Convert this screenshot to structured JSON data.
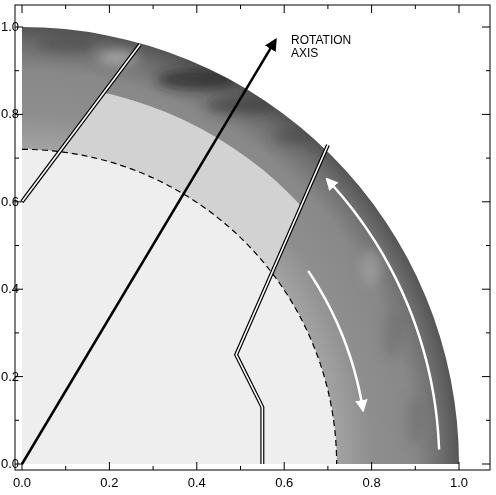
{
  "diagram": {
    "labels": [
      "ROTATION AXIS",
      "1.0",
      "0.8",
      "0.6",
      "0.4",
      "0.2",
      "0.0",
      "0.0",
      "0.2",
      "0.4",
      "0.6",
      "0.8",
      "1.0"
    ]
  }
}
